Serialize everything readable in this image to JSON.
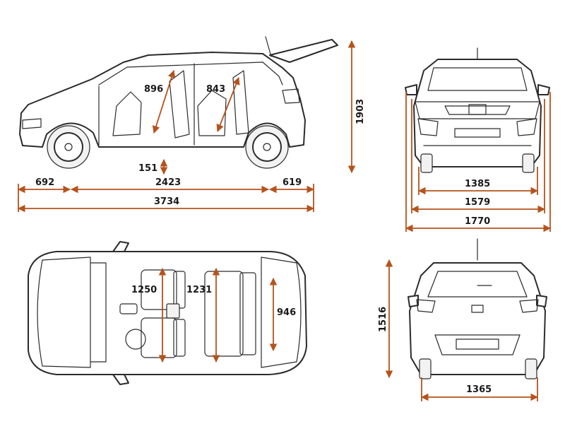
{
  "colors": {
    "dimension": "#b5531c",
    "outline": "#2b2b2b",
    "background": "#ffffff"
  },
  "side_view": {
    "front_overhang": "692",
    "wheelbase": "2423",
    "rear_overhang": "619",
    "overall_length": "3734",
    "height": "1903",
    "ground_clearance": "151",
    "front_legroom": "896",
    "rear_legroom": "843"
  },
  "front_view": {
    "front_track": "1385",
    "width_body": "1579",
    "width_mirrors": "1770"
  },
  "top_view": {
    "front_elbow_width": "1250",
    "rear_elbow_width": "1231",
    "boot_width": "946"
  },
  "rear_view": {
    "rear_height": "1516",
    "rear_track": "1365"
  }
}
